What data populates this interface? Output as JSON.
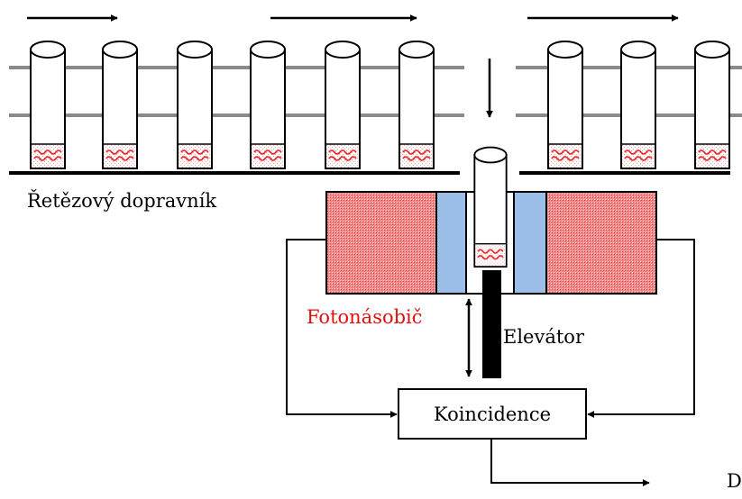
{
  "labels": {
    "conveyor": "Řetězový dopravník",
    "photomultiplier": "Fotonásobič",
    "elevator": "Elevátor",
    "coincidence": "Koincidence",
    "output_cut": "D"
  },
  "colors": {
    "red_text": "#e01010",
    "sample_liquid": "#e82020",
    "pmt_fill": "#f07878",
    "guide_fill": "#9bbfe8",
    "line": "#000000",
    "rail": "#8a8a8a"
  },
  "icons": {
    "arrow": "arrow-right-icon",
    "vial": "vial-icon"
  }
}
